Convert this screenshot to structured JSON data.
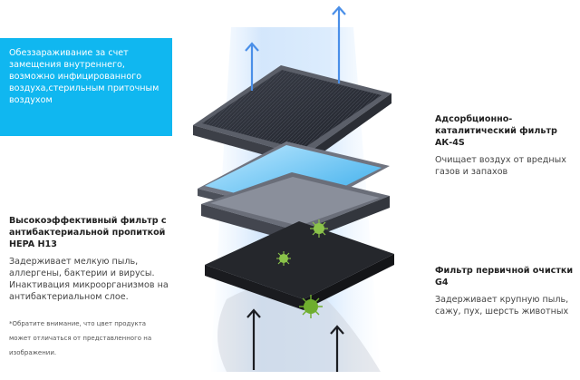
{
  "callout": {
    "text": "Обеззараживание за счет замещения внутреннего, возможно инфицированного воздуха,стерильным приточным воздухом"
  },
  "filters": {
    "adsorption": {
      "title": "Адсорбционно-каталитический фильтр АК-4S",
      "desc": "Очищает воздух от вредных газов и запахов"
    },
    "hepa": {
      "title": "Высокоэффективный фильтр с антибактериальной пропиткой HEPA H13",
      "desc": "Задерживает мелкую пыль, аллергены, бактерии и вирусы. Инактивация микроорганизмов на антибактериальном слое."
    },
    "g4": {
      "title": "Фильтр первичной очистки G4",
      "desc": "Задерживает крупную пыль, сажу, пух, шерсть животных"
    }
  },
  "note": "*Обратите внимание, что цвет продукта может отличаться от представленного на изображении.",
  "icons": {
    "airflow_in": "arrow-up-icon",
    "airflow_out": "arrow-up-icon",
    "bacteria": "bacteria-icon"
  },
  "colors": {
    "callout_bg": "#10b7f0",
    "arrow": "#4a8fe8",
    "bacteria": "#8bc34a"
  }
}
